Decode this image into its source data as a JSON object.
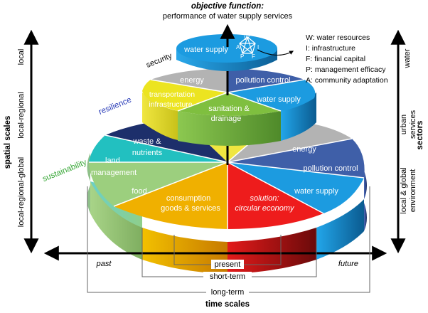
{
  "objective": {
    "title": "objective function:",
    "subtitle": "performance of water supply services"
  },
  "legend": {
    "items": [
      "W: water resources",
      "I: infrastructure",
      "F: financial capital",
      "P: management efficacy",
      "A: community adaptation"
    ]
  },
  "pentagon_letters": [
    "W",
    "I",
    "F",
    "P",
    "A"
  ],
  "axes": {
    "spatial_title": "spatial scales",
    "spatial_local": "local",
    "spatial_local_regional": "local-regional",
    "spatial_global": "local-regional-global",
    "sectors_title": "sectors",
    "sector_water": "water",
    "sector_urban_1": "urban",
    "sector_urban_2": "services",
    "sector_env_1": "local & global",
    "sector_env_2": "environment",
    "time_title": "time scales",
    "past": "past",
    "future": "future",
    "present": "present",
    "short_term": "short-term",
    "long_term": "long-term"
  },
  "tiers": {
    "security": "security",
    "resilience": "resilience",
    "sustainability": "sustainability"
  },
  "top_tier": {
    "water_supply": "water supply"
  },
  "middle_tier": {
    "energy": "energy",
    "pollution": "pollution control",
    "water_supply": "water supply",
    "transport_1": "transportation",
    "transport_2": "infrastructure",
    "sanitation_1": "sanitation &",
    "sanitation_2": "drainage"
  },
  "bottom_tier": {
    "waste_1": "waste &",
    "waste_2": "nutrients",
    "land_1": "land",
    "land_2": "management",
    "food": "food",
    "consumption_1": "consumption",
    "consumption_2": "goods & services",
    "solution_1": "solution:",
    "solution_2": "circular economy",
    "water_supply": "water supply",
    "pollution": "pollution control",
    "energy": "energy"
  },
  "colors": {
    "energy": "#b3b3b3",
    "pollution": "#3f5fa8",
    "water": "#1c9be0",
    "transport": "#ece420",
    "sanitation": "#7fbf3f",
    "waste": "#1d2f6b",
    "land": "#22c0c0",
    "food": "#9ccf7e",
    "consumption": "#f0b000",
    "solution": "#ee1c1c",
    "resilience": "#2a3cb8",
    "sustainability": "#33a532"
  }
}
